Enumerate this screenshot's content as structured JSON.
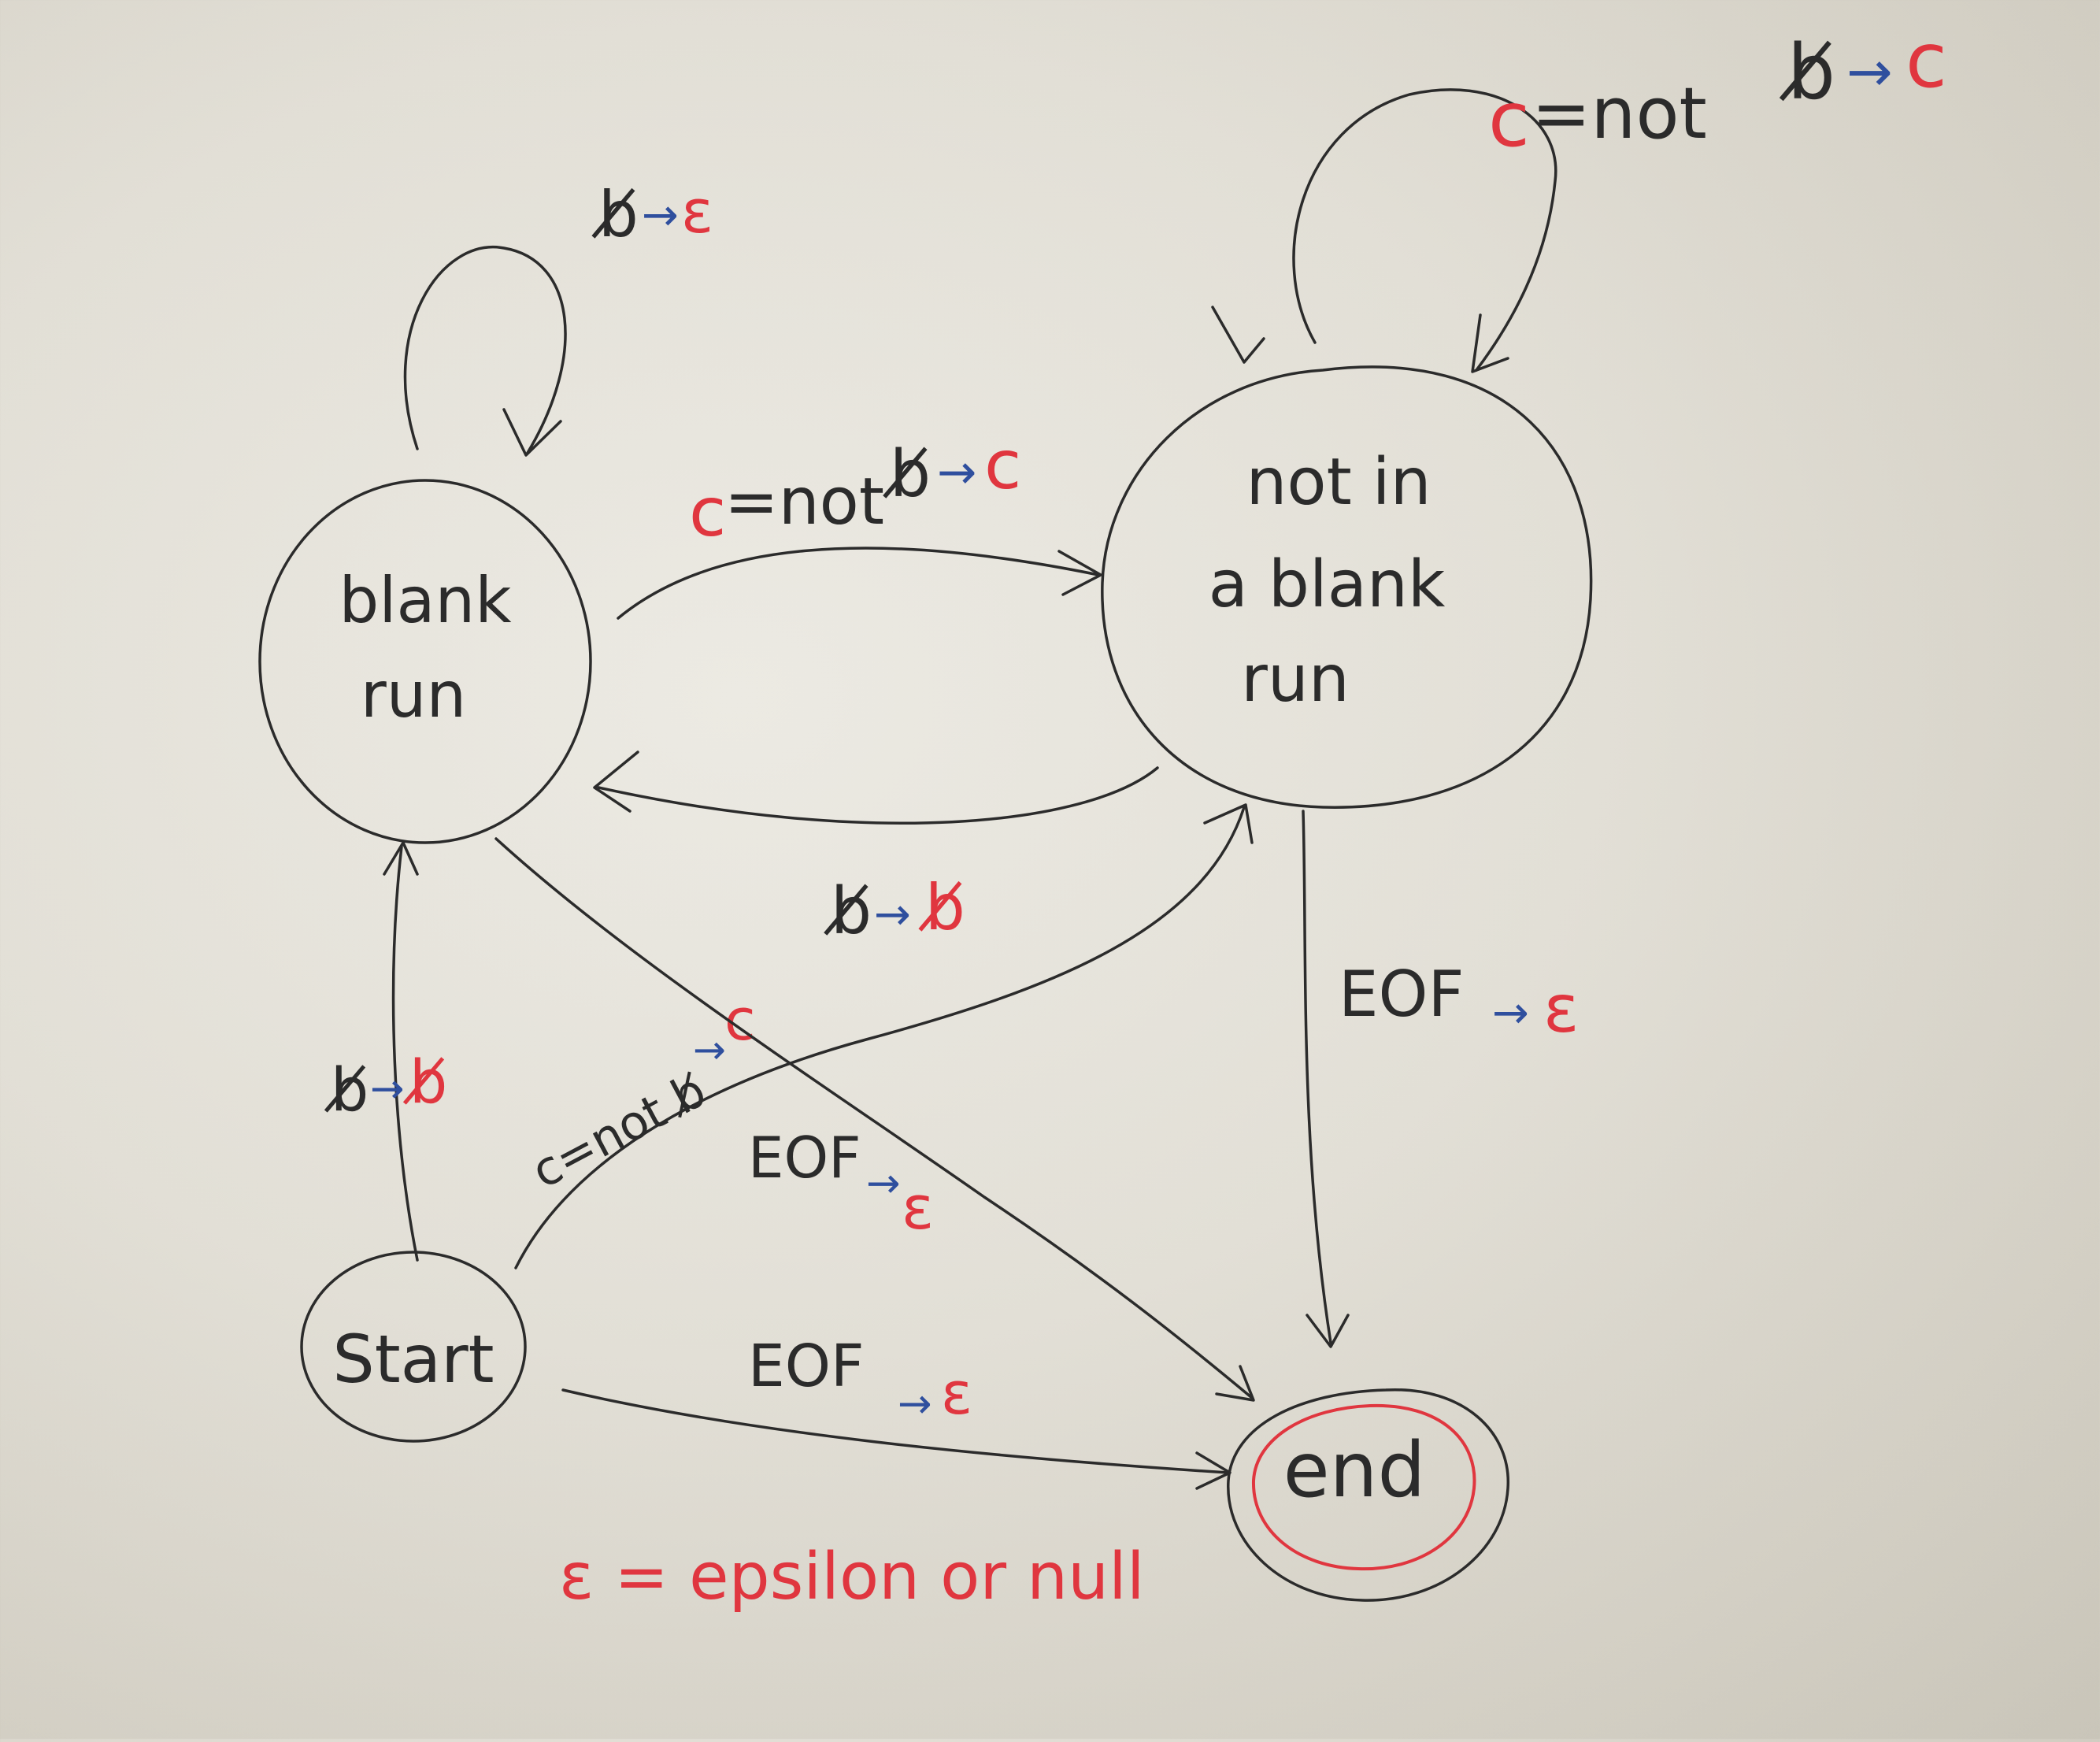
{
  "diagram": {
    "states": {
      "blank_run": {
        "line1": "blank",
        "line2": "run"
      },
      "not_blank_run": {
        "line1": "not in",
        "line2": "a blank",
        "line3": "run"
      },
      "start": {
        "label": "Start"
      },
      "end": {
        "label": "end"
      }
    },
    "transitions": {
      "blank_self_loop": {
        "input": "b̸",
        "output": "ε"
      },
      "not_blank_self_loop": {
        "input_red": "c",
        "input_black": "=not",
        "input_b": "b̸",
        "output": "c"
      },
      "blank_to_not_blank": {
        "input_red": "c",
        "input_black": "=not",
        "input_b": "b̸",
        "output": "c"
      },
      "not_blank_to_blank": {
        "input": "b̸",
        "output": "b̸"
      },
      "start_to_blank": {
        "input": "b̸",
        "output": "b̸"
      },
      "start_to_not_blank": {
        "input": "c=not b̸",
        "output": "c"
      },
      "blank_to_end": {
        "input": "EOF",
        "output": "ε"
      },
      "start_to_end": {
        "input": "EOF",
        "output": "ε"
      },
      "not_blank_to_end": {
        "input": "EOF",
        "output": "ε"
      }
    },
    "legend": "ε = epsilon or null",
    "colors": {
      "ink": "#2b2b2b",
      "red_marker": "#e0363f",
      "blue_marker": "#2f4f9e",
      "board": "#e6e3db"
    }
  }
}
